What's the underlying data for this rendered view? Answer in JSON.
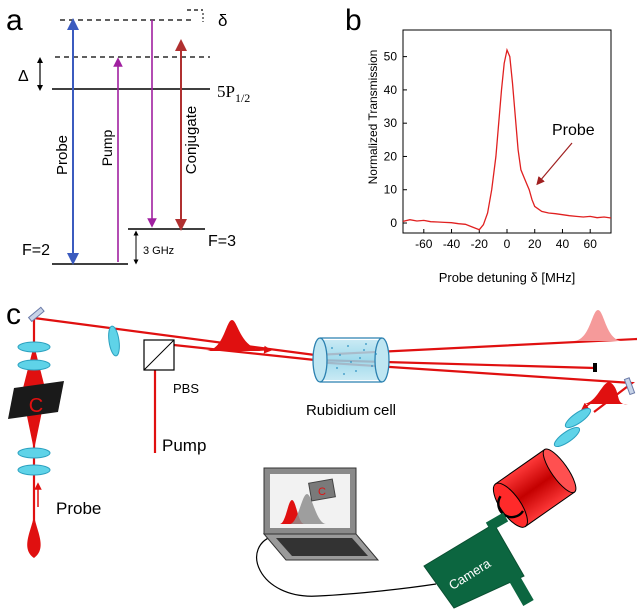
{
  "panel_labels": {
    "a": "a",
    "b": "b",
    "c": "c"
  },
  "energy_levels": {
    "delta_symbol": "δ",
    "Delta_symbol": "Δ",
    "excited_state": "5P",
    "excited_state_sub": "1/2",
    "ground_f2": "F=2",
    "ground_f3": "F=3",
    "splitting": "3 GHz",
    "transitions": [
      {
        "label": "Probe",
        "color": "#3b5bbf"
      },
      {
        "label": "Pump",
        "color": "#a020a0"
      },
      {
        "label": "Conjugate",
        "color": "#b03030"
      }
    ]
  },
  "chart_data": {
    "type": "line",
    "xlabel": "Probe detuning δ [MHz]",
    "ylabel": "Normalized Transmission",
    "xlim": [
      -75,
      75
    ],
    "ylim": [
      -3,
      58
    ],
    "xticks": [
      -60,
      -40,
      -20,
      0,
      20,
      40,
      60
    ],
    "yticks": [
      0,
      10,
      20,
      30,
      40,
      50
    ],
    "annotation": "Probe",
    "series": [
      {
        "color": "#e02020",
        "x": [
          -75,
          -70,
          -65,
          -60,
          -55,
          -50,
          -45,
          -40,
          -35,
          -30,
          -25,
          -20,
          -17,
          -14,
          -11,
          -8,
          -6,
          -4,
          -2,
          0,
          2,
          4,
          6,
          8,
          10,
          12,
          14,
          16,
          18,
          20,
          25,
          30,
          35,
          40,
          45,
          50,
          55,
          60,
          65,
          70,
          75
        ],
        "y": [
          0.5,
          1.0,
          0.6,
          0.8,
          0.4,
          0.3,
          0.2,
          0.1,
          -0.2,
          -0.4,
          -1.2,
          -2.0,
          -0.5,
          3,
          10,
          20,
          30,
          40,
          48,
          52,
          50,
          42,
          32,
          22,
          16,
          14,
          12,
          10,
          7,
          5,
          3.5,
          3,
          2.8,
          2.5,
          2.2,
          2.0,
          1.8,
          2.0,
          1.6,
          1.8,
          1.5
        ]
      }
    ]
  },
  "setup": {
    "pbs_label": "PBS",
    "cell_label": "Rubidium cell",
    "pump_label": "Pump",
    "probe_label": "Probe",
    "camera_label": "Camera",
    "object_letter": "C",
    "beam_color": "#e01010",
    "optic_color": "#5fd3e8"
  }
}
